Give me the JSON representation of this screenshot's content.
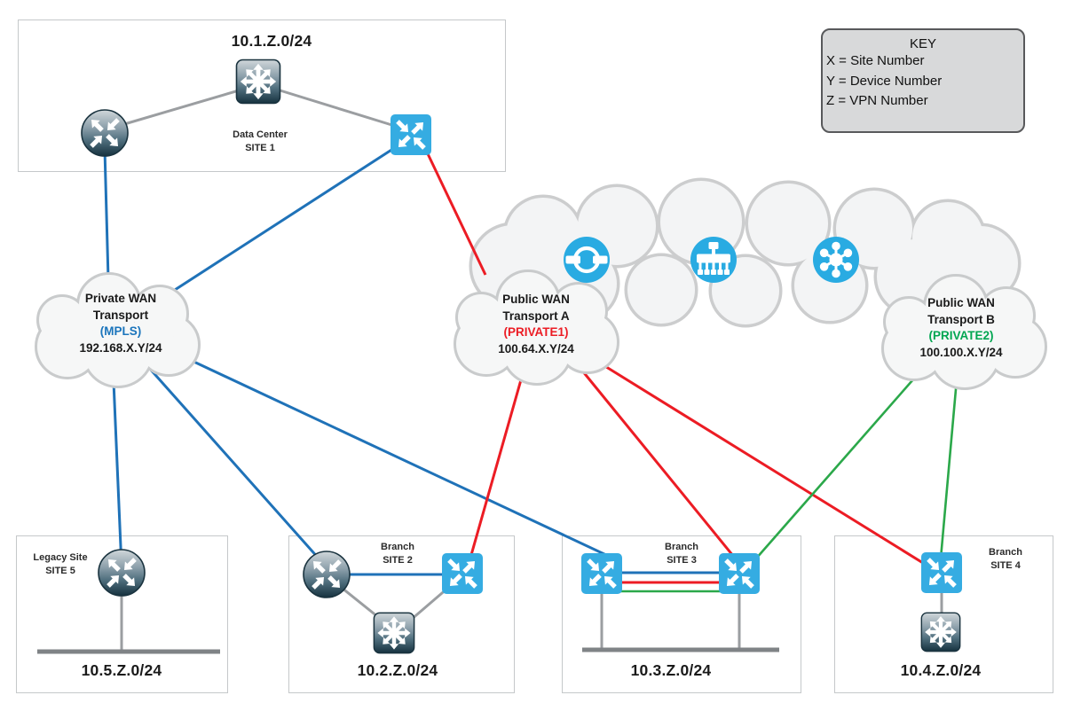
{
  "key": {
    "title": "KEY",
    "lines": [
      "X = Site Number",
      "Y = Device Number",
      "Z = VPN Number"
    ]
  },
  "sites": {
    "dc": {
      "subnet": "10.1.Z.0/24",
      "label1": "Data Center",
      "label2": "SITE 1"
    },
    "b2": {
      "subnet": "10.2.Z.0/24",
      "label1": "Branch",
      "label2": "SITE 2"
    },
    "b3": {
      "subnet": "10.3.Z.0/24",
      "label1": "Branch",
      "label2": "SITE 3"
    },
    "b4": {
      "subnet": "10.4.Z.0/24",
      "label1": "Branch",
      "label2": "SITE 4"
    },
    "legacy": {
      "subnet": "10.5.Z.0/24",
      "label1": "Legacy Site",
      "label2": "SITE 5"
    }
  },
  "clouds": {
    "private": {
      "line1": "Private WAN",
      "line2": "Transport",
      "tag": "(MPLS)",
      "subnet": "192.168.X.Y/24"
    },
    "public_a": {
      "line1": "Public WAN",
      "line2": "Transport A",
      "tag": "(PRIVATE1)",
      "subnet": "100.64.X.Y/24"
    },
    "public_b": {
      "line1": "Public WAN",
      "line2": "Transport B",
      "tag": "(PRIVATE2)",
      "subnet": "100.100.X.Y/24"
    }
  },
  "internet_cloud": {
    "icons": [
      "orchestrator-ring-icon",
      "management-console-icon",
      "hub-spoke-controller-icon"
    ]
  },
  "icons": {
    "round_device": "wan-router-icon",
    "square_dark_device": "layer3-switch-icon",
    "square_blue_device": "sdwan-wan-edge-icon"
  },
  "colors": {
    "mpls_link": "#1f72b8",
    "private1_link": "#ec1c24",
    "private2_link": "#2ba84a",
    "edge_blue": "#35ace2",
    "controller_blue": "#29abe2",
    "device_link_gray": "#9b9ea1",
    "lan_bar_gray": "#7f8386",
    "tag_mpls": "#1b75bc",
    "tag_private1": "#ec1c24",
    "tag_private2": "#00a651"
  }
}
